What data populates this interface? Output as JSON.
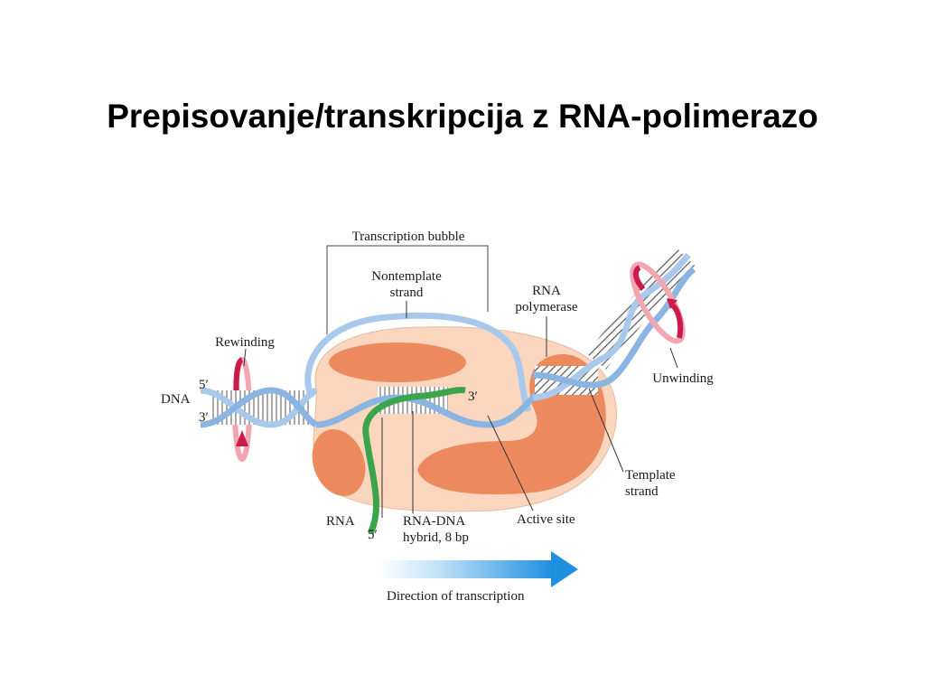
{
  "slide": {
    "title": "Prepisovanje/transkripcija z RNA-polimerazo"
  },
  "diagram": {
    "labels": {
      "transcription_bubble": "Transcription bubble",
      "nontemplate_line1": "Nontemplate",
      "nontemplate_line2": "strand",
      "rna_polymerase_line1": "RNA",
      "rna_polymerase_line2": "polymerase",
      "rewinding": "Rewinding",
      "unwinding": "Unwinding",
      "dna": "DNA",
      "five_prime_dna": "5′",
      "three_prime_dna": "3′",
      "three_prime_rna": "3′",
      "template_line1": "Template",
      "template_line2": "strand",
      "rna": "RNA",
      "five_prime_rna": "5′",
      "hybrid_line1": "RNA-DNA",
      "hybrid_line2": "hybrid, 8 bp",
      "active_site": "Active site",
      "direction": "Direction of transcription"
    }
  }
}
